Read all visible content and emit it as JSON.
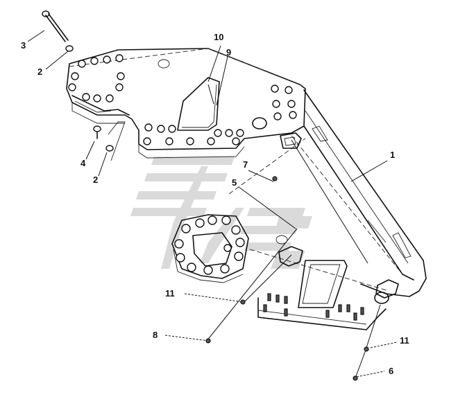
{
  "diagram": {
    "callouts": [
      {
        "id": "c1",
        "text": "1"
      },
      {
        "id": "c2a",
        "text": "2"
      },
      {
        "id": "c2b",
        "text": "2"
      },
      {
        "id": "c3",
        "text": "3"
      },
      {
        "id": "c4",
        "text": "4"
      },
      {
        "id": "c5",
        "text": "5"
      },
      {
        "id": "c6",
        "text": "6"
      },
      {
        "id": "c7",
        "text": "7"
      },
      {
        "id": "c8",
        "text": "8"
      },
      {
        "id": "c9",
        "text": "9"
      },
      {
        "id": "c10",
        "text": "10"
      },
      {
        "id": "c11a",
        "text": "11"
      },
      {
        "id": "c11b",
        "text": "11"
      }
    ]
  }
}
